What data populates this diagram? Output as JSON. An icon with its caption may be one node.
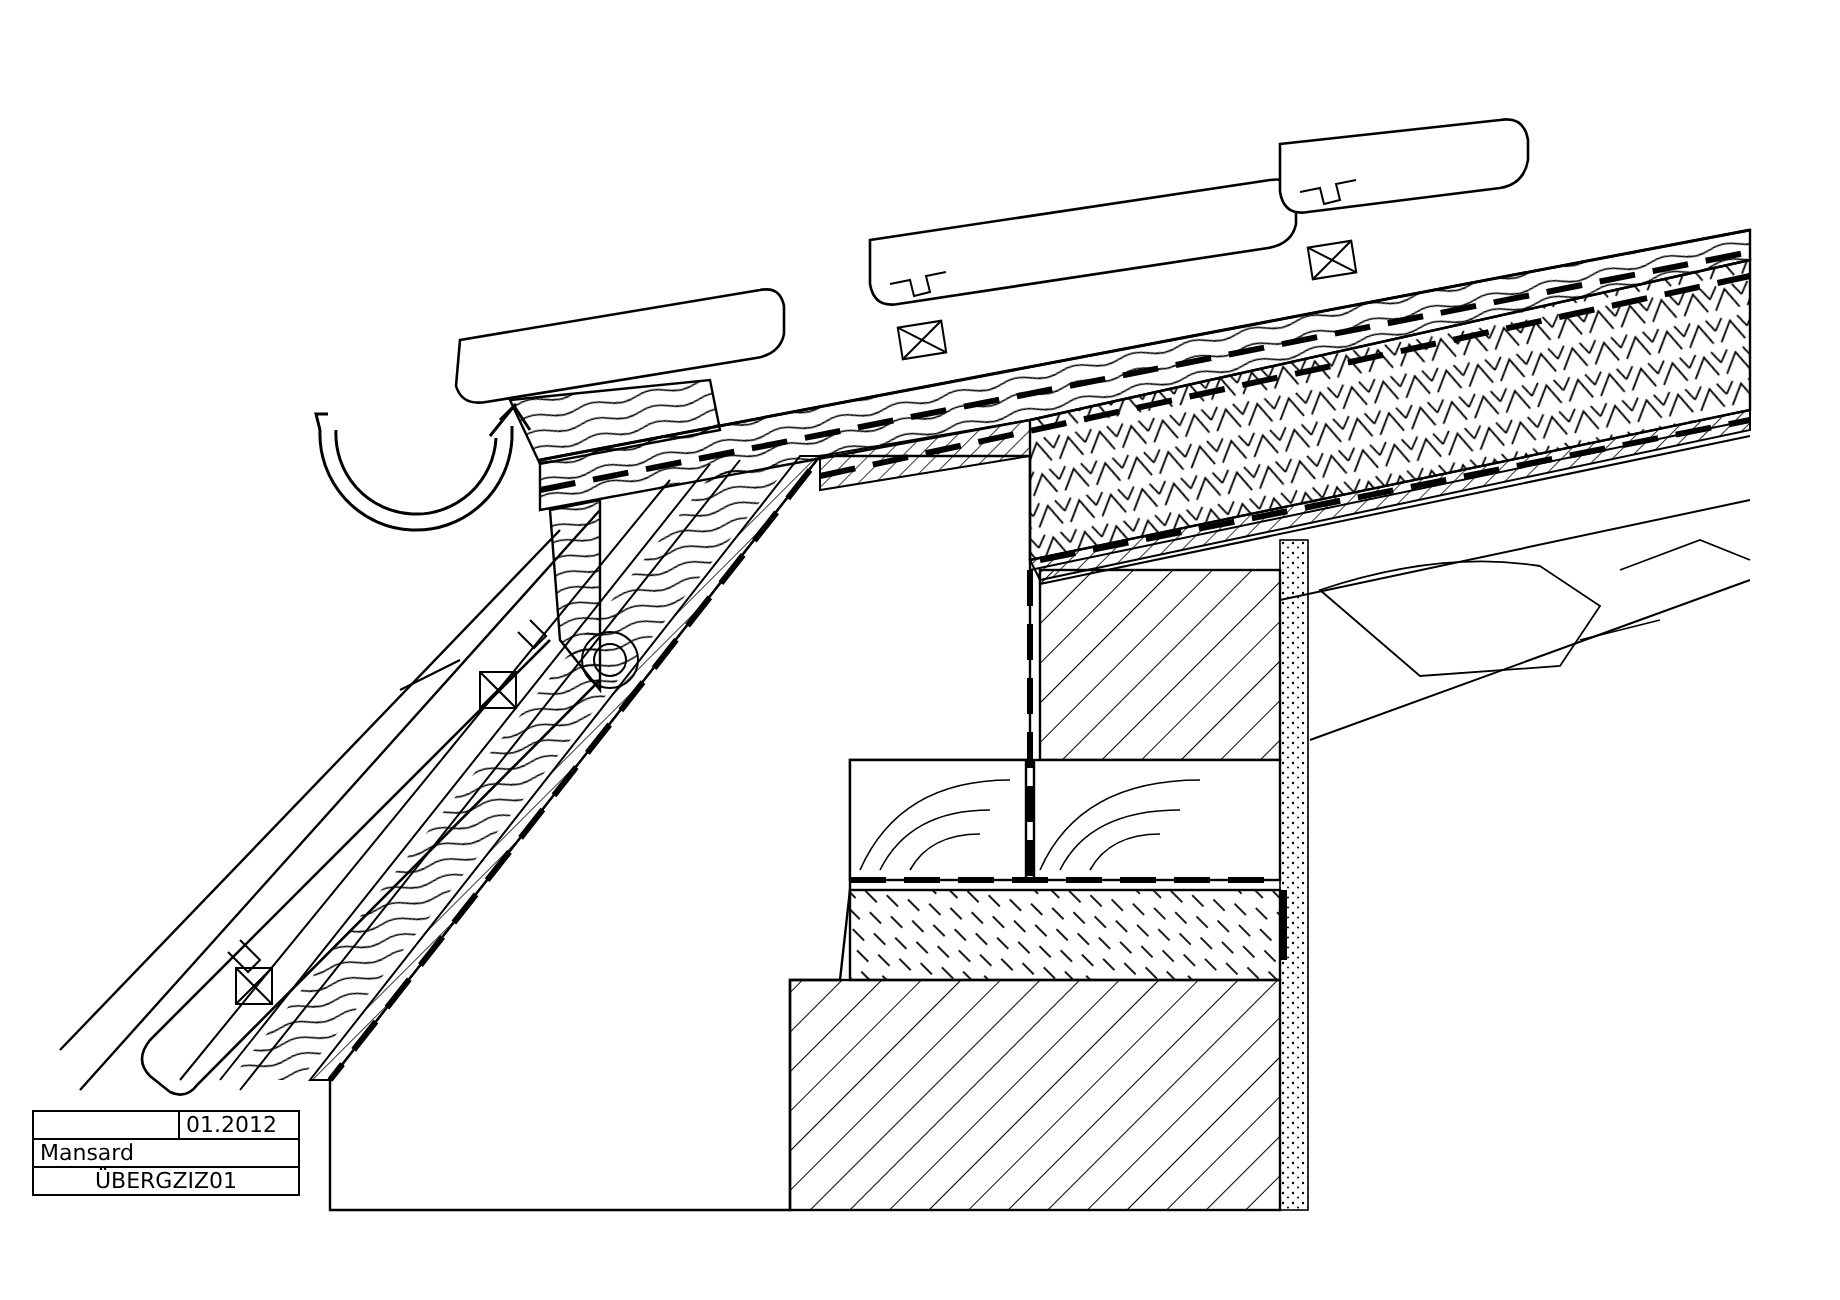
{
  "diagram": {
    "labels": [
      "01.2012",
      "Mansard",
      "ÜBERGZIZ01"
    ]
  }
}
